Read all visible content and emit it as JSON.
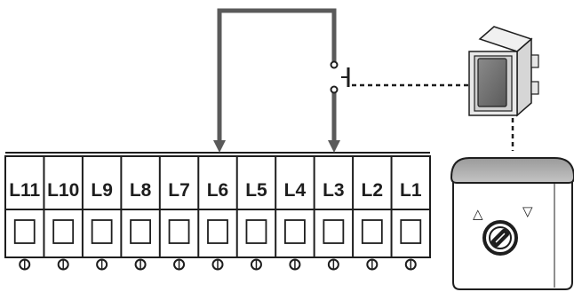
{
  "terminal_block": {
    "terminals": [
      {
        "label": "L11"
      },
      {
        "label": "L10"
      },
      {
        "label": "L9"
      },
      {
        "label": "L8"
      },
      {
        "label": "L7"
      },
      {
        "label": "L6"
      },
      {
        "label": "L5"
      },
      {
        "label": "L4"
      },
      {
        "label": "L3"
      },
      {
        "label": "L2"
      },
      {
        "label": "L1"
      }
    ],
    "wired_terminals": [
      "L6",
      "L3"
    ]
  },
  "wire_color": "#5a5a5a",
  "key_switch": {
    "left_symbol": "△",
    "right_symbol": "▽"
  },
  "icons": {
    "push_button": "push-button-module-icon",
    "key_switch": "key-selector-switch-icon",
    "contact": "normally-open-contact-icon"
  }
}
